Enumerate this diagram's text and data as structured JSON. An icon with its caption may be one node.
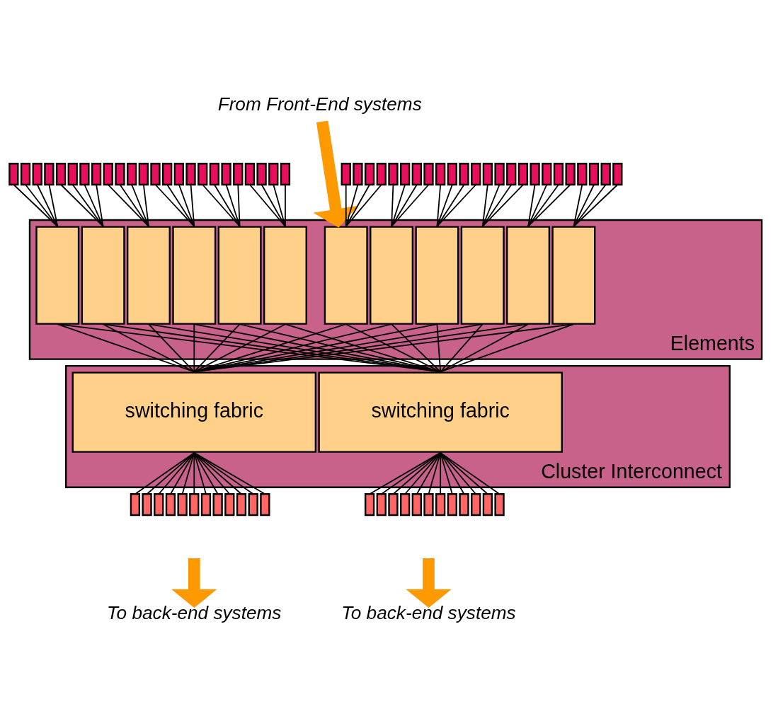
{
  "diagram": {
    "nodes": [
      {
        "text": [
          "From Front-End systems"
        ]
      },
      {
        "text": [],
        "shape": "box"
      },
      {
        "text": [],
        "shape": "box"
      },
      {
        "text": [],
        "shape": "box"
      },
      {
        "text": [],
        "shape": "box"
      },
      {
        "text": [],
        "shape": "box"
      },
      {
        "text": [],
        "shape": "box"
      },
      {
        "text": [],
        "shape": "box"
      },
      {
        "text": [],
        "shape": "box"
      },
      {
        "text": [],
        "shape": "box"
      },
      {
        "text": [],
        "shape": "box"
      },
      {
        "text": [],
        "shape": "box"
      },
      {
        "text": [],
        "shape": "box"
      },
      {
        "text": [],
        "shape": "box"
      },
      {
        "text": [],
        "shape": "box"
      },
      {
        "text": [],
        "shape": "box"
      },
      {
        "text": [],
        "shape": "box"
      },
      {
        "text": [],
        "shape": "box"
      },
      {
        "text": [],
        "shape": "box"
      },
      {
        "text": [],
        "shape": "box"
      },
      {
        "text": [],
        "shape": "box"
      },
      {
        "text": [],
        "shape": "box"
      },
      {
        "text": [],
        "shape": "box"
      },
      {
        "text": [],
        "shape": "box"
      },
      {
        "text": [],
        "shape": "box"
      },
      {
        "text": [],
        "shape": "box"
      },
      {
        "text": [],
        "shape": "box"
      },
      {
        "text": [],
        "shape": "box"
      },
      {
        "text": [],
        "shape": "box"
      },
      {
        "text": [],
        "shape": "box"
      },
      {
        "text": [],
        "shape": "box"
      },
      {
        "text": [],
        "shape": "box"
      },
      {
        "text": [],
        "shape": "box"
      },
      {
        "text": [],
        "shape": "box"
      },
      {
        "text": [],
        "shape": "box"
      },
      {
        "text": [],
        "shape": "box"
      },
      {
        "text": [],
        "shape": "box"
      },
      {
        "text": [],
        "shape": "box"
      },
      {
        "text": [],
        "shape": "box"
      },
      {
        "text": [],
        "shape": "box"
      },
      {
        "text": [],
        "shape": "box"
      },
      {
        "text": [],
        "shape": "box"
      },
      {
        "text": [],
        "shape": "box"
      },
      {
        "text": [],
        "shape": "box"
      },
      {
        "text": [],
        "shape": "box"
      },
      {
        "text": [],
        "shape": "box"
      },
      {
        "text": [],
        "shape": "box"
      },
      {
        "text": [],
        "shape": "box"
      },
      {
        "text": [],
        "shape": "box"
      },
      {
        "text": [
          "Elements"
        ]
      },
      {
        "text": [],
        "shape": "box",
        "in": 49
      },
      {
        "text": [],
        "shape": "box",
        "in": 49
      },
      {
        "text": [],
        "shape": "box",
        "in": 49
      },
      {
        "text": [],
        "shape": "box",
        "in": 49
      },
      {
        "text": [],
        "shape": "box",
        "in": 49
      },
      {
        "text": [],
        "shape": "box",
        "in": 49
      },
      {
        "text": [],
        "shape": "box",
        "in": 49
      },
      {
        "text": [],
        "shape": "box",
        "in": 49
      },
      {
        "text": [],
        "shape": "box",
        "in": 49
      },
      {
        "text": [],
        "shape": "box",
        "in": 49
      },
      {
        "text": [],
        "shape": "box",
        "in": 49
      },
      {
        "text": [],
        "shape": "box",
        "in": 49
      },
      {
        "text": [
          "Cluster Interconnect"
        ]
      },
      {
        "text": [
          "switching fabric"
        ],
        "in": 62
      },
      {
        "text": [
          "switching fabric"
        ],
        "in": 62
      },
      {
        "text": [],
        "shape": "box"
      },
      {
        "text": [],
        "shape": "box"
      },
      {
        "text": [],
        "shape": "box"
      },
      {
        "text": [],
        "shape": "box"
      },
      {
        "text": [],
        "shape": "box"
      },
      {
        "text": [],
        "shape": "box"
      },
      {
        "text": [],
        "shape": "box"
      },
      {
        "text": [],
        "shape": "box"
      },
      {
        "text": [],
        "shape": "box"
      },
      {
        "text": [],
        "shape": "box"
      },
      {
        "text": [],
        "shape": "box"
      },
      {
        "text": [],
        "shape": "box"
      },
      {
        "text": [],
        "shape": "box"
      },
      {
        "text": [],
        "shape": "box"
      },
      {
        "text": [],
        "shape": "box"
      },
      {
        "text": [],
        "shape": "box"
      },
      {
        "text": [],
        "shape": "box"
      },
      {
        "text": [],
        "shape": "box"
      },
      {
        "text": [],
        "shape": "box"
      },
      {
        "text": [],
        "shape": "box"
      },
      {
        "text": [],
        "shape": "box"
      },
      {
        "text": [],
        "shape": "box"
      },
      {
        "text": [],
        "shape": "box"
      },
      {
        "text": [],
        "shape": "box"
      },
      {
        "text": [
          "To back-end systems"
        ]
      },
      {
        "text": [
          "To back-end systems"
        ]
      }
    ],
    "edges": [
      {
        "from": 0,
        "to": 49,
        "arrow": "to",
        "style": "thick",
        "color": "#ff9900"
      },
      {
        "from": 1,
        "to": 50,
        "arrow": "none"
      },
      {
        "from": 2,
        "to": 50,
        "arrow": "none"
      },
      {
        "from": 3,
        "to": 50,
        "arrow": "none"
      },
      {
        "from": 4,
        "to": 50,
        "arrow": "none"
      },
      {
        "from": 5,
        "to": 51,
        "arrow": "none"
      },
      {
        "from": 6,
        "to": 51,
        "arrow": "none"
      },
      {
        "from": 7,
        "to": 51,
        "arrow": "none"
      },
      {
        "from": 8,
        "to": 51,
        "arrow": "none"
      },
      {
        "from": 9,
        "to": 52,
        "arrow": "none"
      },
      {
        "from": 10,
        "to": 52,
        "arrow": "none"
      },
      {
        "from": 11,
        "to": 52,
        "arrow": "none"
      },
      {
        "from": 12,
        "to": 52,
        "arrow": "none"
      },
      {
        "from": 13,
        "to": 53,
        "arrow": "none"
      },
      {
        "from": 14,
        "to": 53,
        "arrow": "none"
      },
      {
        "from": 15,
        "to": 53,
        "arrow": "none"
      },
      {
        "from": 16,
        "to": 53,
        "arrow": "none"
      },
      {
        "from": 17,
        "to": 54,
        "arrow": "none"
      },
      {
        "from": 18,
        "to": 54,
        "arrow": "none"
      },
      {
        "from": 19,
        "to": 54,
        "arrow": "none"
      },
      {
        "from": 20,
        "to": 54,
        "arrow": "none"
      },
      {
        "from": 21,
        "to": 55,
        "arrow": "none"
      },
      {
        "from": 22,
        "to": 55,
        "arrow": "none"
      },
      {
        "from": 23,
        "to": 55,
        "arrow": "none"
      },
      {
        "from": 24,
        "to": 55,
        "arrow": "none"
      },
      {
        "from": 25,
        "to": 56,
        "arrow": "none"
      },
      {
        "from": 26,
        "to": 56,
        "arrow": "none"
      },
      {
        "from": 27,
        "to": 56,
        "arrow": "none"
      },
      {
        "from": 28,
        "to": 56,
        "arrow": "none"
      },
      {
        "from": 29,
        "to": 57,
        "arrow": "none"
      },
      {
        "from": 30,
        "to": 57,
        "arrow": "none"
      },
      {
        "from": 31,
        "to": 57,
        "arrow": "none"
      },
      {
        "from": 32,
        "to": 57,
        "arrow": "none"
      },
      {
        "from": 33,
        "to": 58,
        "arrow": "none"
      },
      {
        "from": 34,
        "to": 58,
        "arrow": "none"
      },
      {
        "from": 35,
        "to": 58,
        "arrow": "none"
      },
      {
        "from": 36,
        "to": 58,
        "arrow": "none"
      },
      {
        "from": 37,
        "to": 59,
        "arrow": "none"
      },
      {
        "from": 38,
        "to": 59,
        "arrow": "none"
      },
      {
        "from": 39,
        "to": 59,
        "arrow": "none"
      },
      {
        "from": 40,
        "to": 59,
        "arrow": "none"
      },
      {
        "from": 41,
        "to": 60,
        "arrow": "none"
      },
      {
        "from": 42,
        "to": 60,
        "arrow": "none"
      },
      {
        "from": 43,
        "to": 60,
        "arrow": "none"
      },
      {
        "from": 44,
        "to": 60,
        "arrow": "none"
      },
      {
        "from": 45,
        "to": 61,
        "arrow": "none"
      },
      {
        "from": 46,
        "to": 61,
        "arrow": "none"
      },
      {
        "from": 47,
        "to": 61,
        "arrow": "none"
      },
      {
        "from": 48,
        "to": 61,
        "arrow": "none"
      },
      {
        "from": 50,
        "to": 63,
        "arrow": "none"
      },
      {
        "from": 50,
        "to": 64,
        "arrow": "none"
      },
      {
        "from": 51,
        "to": 63,
        "arrow": "none"
      },
      {
        "from": 51,
        "to": 64,
        "arrow": "none"
      },
      {
        "from": 52,
        "to": 63,
        "arrow": "none"
      },
      {
        "from": 52,
        "to": 64,
        "arrow": "none"
      },
      {
        "from": 53,
        "to": 63,
        "arrow": "none"
      },
      {
        "from": 53,
        "to": 64,
        "arrow": "none"
      },
      {
        "from": 54,
        "to": 63,
        "arrow": "none"
      },
      {
        "from": 54,
        "to": 64,
        "arrow": "none"
      },
      {
        "from": 55,
        "to": 63,
        "arrow": "none"
      },
      {
        "from": 55,
        "to": 64,
        "arrow": "none"
      },
      {
        "from": 56,
        "to": 63,
        "arrow": "none"
      },
      {
        "from": 56,
        "to": 64,
        "arrow": "none"
      },
      {
        "from": 57,
        "to": 63,
        "arrow": "none"
      },
      {
        "from": 57,
        "to": 64,
        "arrow": "none"
      },
      {
        "from": 58,
        "to": 63,
        "arrow": "none"
      },
      {
        "from": 58,
        "to": 64,
        "arrow": "none"
      },
      {
        "from": 59,
        "to": 63,
        "arrow": "none"
      },
      {
        "from": 59,
        "to": 64,
        "arrow": "none"
      },
      {
        "from": 60,
        "to": 63,
        "arrow": "none"
      },
      {
        "from": 60,
        "to": 64,
        "arrow": "none"
      },
      {
        "from": 61,
        "to": 63,
        "arrow": "none"
      },
      {
        "from": 61,
        "to": 64,
        "arrow": "none"
      },
      {
        "from": 63,
        "to": 65,
        "arrow": "none"
      },
      {
        "from": 63,
        "to": 66,
        "arrow": "none"
      },
      {
        "from": 63,
        "to": 67,
        "arrow": "none"
      },
      {
        "from": 63,
        "to": 68,
        "arrow": "none"
      },
      {
        "from": 63,
        "to": 69,
        "arrow": "none"
      },
      {
        "from": 63,
        "to": 70,
        "arrow": "none"
      },
      {
        "from": 63,
        "to": 71,
        "arrow": "none"
      },
      {
        "from": 63,
        "to": 72,
        "arrow": "none"
      },
      {
        "from": 63,
        "to": 73,
        "arrow": "none"
      },
      {
        "from": 63,
        "to": 74,
        "arrow": "none"
      },
      {
        "from": 63,
        "to": 75,
        "arrow": "none"
      },
      {
        "from": 63,
        "to": 76,
        "arrow": "none"
      },
      {
        "from": 64,
        "to": 77,
        "arrow": "none"
      },
      {
        "from": 64,
        "to": 78,
        "arrow": "none"
      },
      {
        "from": 64,
        "to": 79,
        "arrow": "none"
      },
      {
        "from": 64,
        "to": 80,
        "arrow": "none"
      },
      {
        "from": 64,
        "to": 81,
        "arrow": "none"
      },
      {
        "from": 64,
        "to": 82,
        "arrow": "none"
      },
      {
        "from": 64,
        "to": 83,
        "arrow": "none"
      },
      {
        "from": 64,
        "to": 84,
        "arrow": "none"
      },
      {
        "from": 64,
        "to": 85,
        "arrow": "none"
      },
      {
        "from": 64,
        "to": 86,
        "arrow": "none"
      },
      {
        "from": 64,
        "to": 87,
        "arrow": "none"
      },
      {
        "from": 64,
        "to": 88,
        "arrow": "none"
      },
      {
        "from": null,
        "to": 89,
        "arrow": "to",
        "style": "thick",
        "color": "#ff9900"
      },
      {
        "from": null,
        "to": 90,
        "arrow": "to",
        "style": "thick",
        "color": "#ff9900"
      }
    ]
  }
}
